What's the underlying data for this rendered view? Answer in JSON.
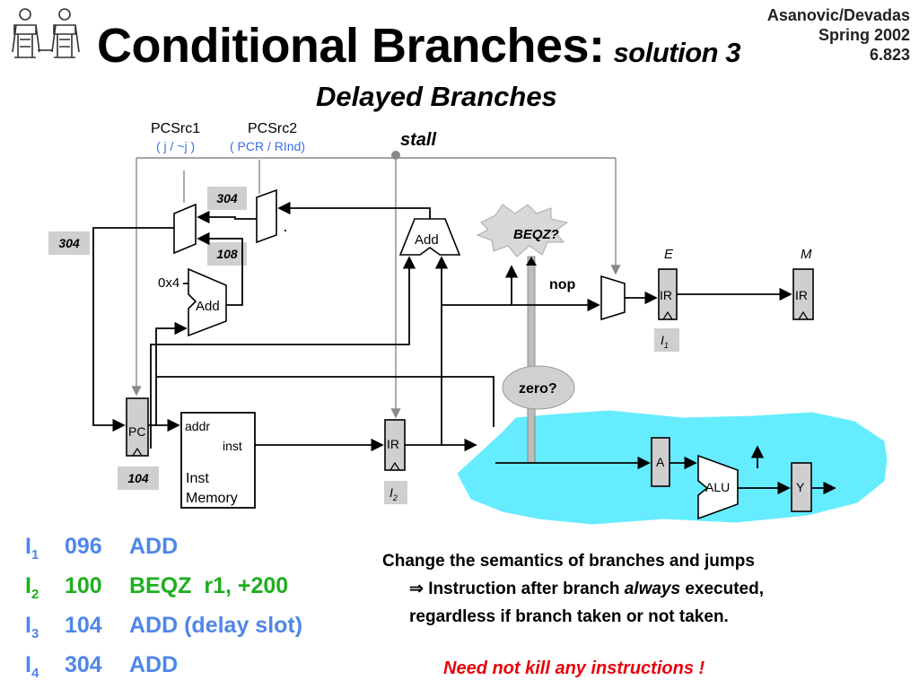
{
  "title": {
    "main": "Conditional Branches:",
    "sub": "solution 3"
  },
  "subtitle": "Delayed Branches",
  "credits": [
    "Asanovic/Devadas",
    "Spring 2002",
    "6.823"
  ],
  "diagram": {
    "pcsrc1": {
      "label": "PCSrc1",
      "sub": "( j  / ~j )"
    },
    "pcsrc2": {
      "label": "PCSrc2",
      "sub": "( PCR / RInd)"
    },
    "stall": "stall",
    "boxes": {
      "b304_left": "304",
      "b304_top": "304",
      "b108": "108",
      "b104": "104"
    },
    "const_4": "0x4",
    "add_pc": "Add",
    "add_branch": "Add",
    "beqz": "BEQZ?",
    "zero": "zero?",
    "nop": "nop",
    "stage_E": "E",
    "stage_M": "M",
    "pc": "PC",
    "ir": "IR",
    "mem_addr": "addr",
    "mem_inst": "inst",
    "mem_name1": "Inst",
    "mem_name2": "Memory",
    "reg_A": "A",
    "alu": "ALU",
    "reg_Y": "Y",
    "i1_label": "I",
    "i1_sub": "1",
    "i2_label": "I",
    "i2_sub": "2"
  },
  "instructions": [
    {
      "id": "I",
      "sub": "1",
      "addr": "096",
      "op": "ADD",
      "color": "#4f86e8"
    },
    {
      "id": "I",
      "sub": "2",
      "addr": "100",
      "op": "BEQZ  r1, +200",
      "color": "#1fae1f"
    },
    {
      "id": "I",
      "sub": "3",
      "addr": "104",
      "op": "ADD (delay slot)",
      "color": "#4f86e8"
    },
    {
      "id": "I",
      "sub": "4",
      "addr": "304",
      "op": "ADD",
      "color": "#4f86e8"
    }
  ],
  "explanation": {
    "line1": "Change the semantics of branches and jumps",
    "line2_pre": "⇒ Instruction after branch ",
    "line2_em": "always",
    "line2_post": " executed,",
    "line3": "regardless if branch taken or not taken."
  },
  "note": "Need not kill any instructions !"
}
